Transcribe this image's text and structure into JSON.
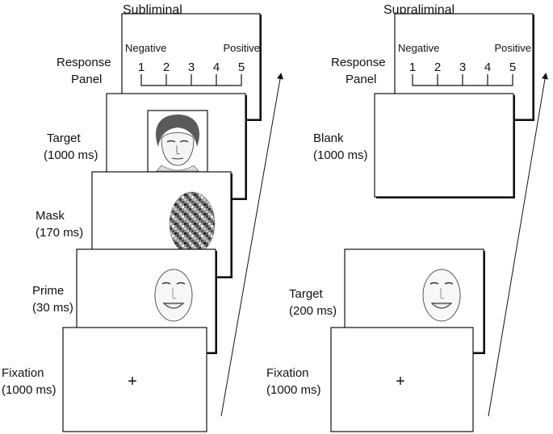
{
  "subliminal": {
    "title": "Subliminal",
    "response": {
      "label_line1": "Response",
      "label_line2": "Panel",
      "negative": "Negative",
      "positive": "Positive",
      "scale": [
        "1",
        "2",
        "3",
        "4",
        "5"
      ]
    },
    "target": {
      "line1": "Target",
      "line2": "(1000 ms)"
    },
    "mask": {
      "line1": "Mask",
      "line2": "(170 ms)"
    },
    "prime": {
      "line1": "Prime",
      "line2": "(30 ms)"
    },
    "fixation": {
      "line1": "Fixation",
      "line2": "(1000 ms)",
      "symbol": "+"
    }
  },
  "supraliminal": {
    "title": "Supraliminal",
    "response": {
      "label_line1": "Response",
      "label_line2": "Panel",
      "negative": "Negative",
      "positive": "Positive",
      "scale": [
        "1",
        "2",
        "3",
        "4",
        "5"
      ]
    },
    "blank": {
      "line1": "Blank",
      "line2": "(1000 ms)"
    },
    "target": {
      "line1": "Target",
      "line2": "(200 ms)"
    },
    "fixation": {
      "line1": "Fixation",
      "line2": "(1000 ms)",
      "symbol": "+"
    }
  },
  "icons": [
    "neutral-face-photo-icon",
    "noise-mask-icon",
    "smiling-face-icon",
    "time-arrow-icon"
  ],
  "colors": {
    "line": "#111111",
    "panel": "#ffffff"
  }
}
